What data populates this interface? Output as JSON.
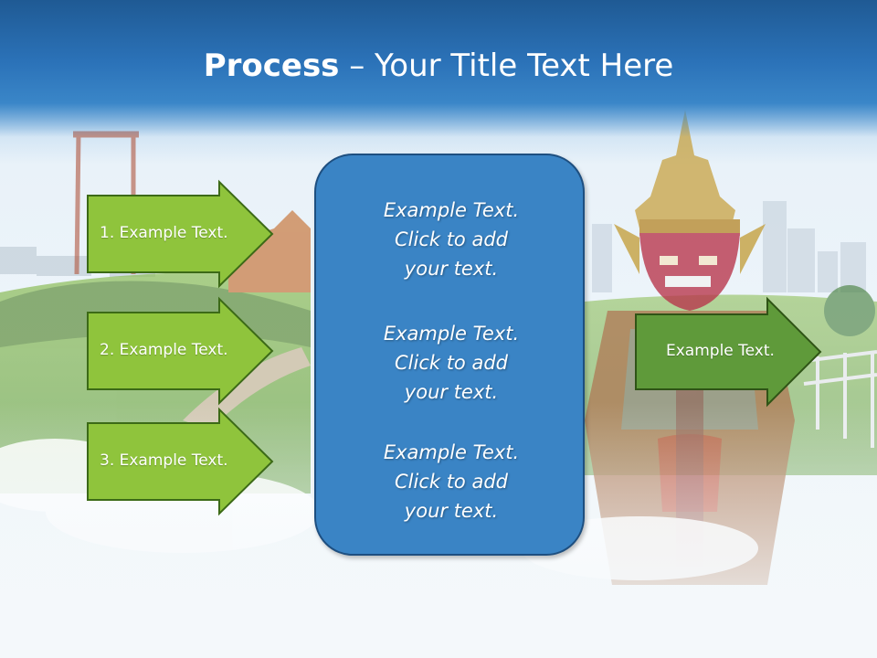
{
  "title": {
    "bold": "Process",
    "rest": " – Your Title Text Here"
  },
  "left_steps": [
    {
      "label": "1. Example Text."
    },
    {
      "label": "2. Example Text."
    },
    {
      "label": "3. Example Text."
    }
  ],
  "center_items": [
    {
      "line1": "Example Text.",
      "line2": "Click  to add",
      "line3": "your text."
    },
    {
      "line1": "Example Text.",
      "line2": "Click  to add",
      "line3": "your text."
    },
    {
      "line1": "Example Text.",
      "line2": "Click  to add",
      "line3": "your text."
    }
  ],
  "right_step": {
    "label": "Example Text."
  },
  "colors": {
    "title_band": "#2b72b8",
    "left_arrow_fill": "#8fc43c",
    "right_arrow_fill": "#5f9a3a",
    "arrow_stroke": "#3c6a17",
    "center_box_fill": "#3a84c5",
    "center_box_stroke": "#1e4f80"
  }
}
